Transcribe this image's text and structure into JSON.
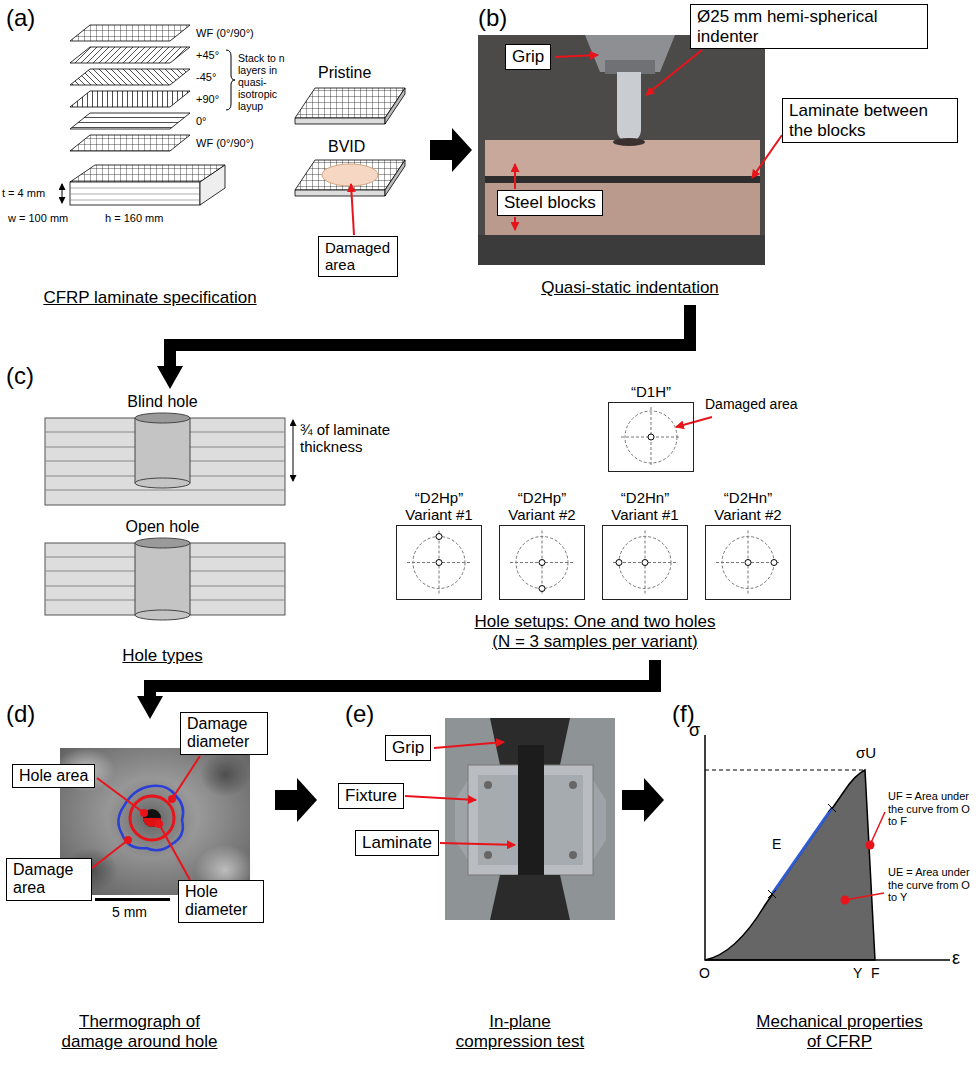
{
  "diagram": {
    "nodes": [
      {
        "text": [
          "Damaged area"
        ]
      },
      {
        "text": [
          "Grip"
        ]
      },
      {
        "text": [
          "Ø25 mm hemi-spherical indenter"
        ]
      },
      {
        "text": [
          "Laminate between the blocks"
        ]
      },
      {
        "text": [
          "Steel blocks"
        ]
      },
      {
        "text": [
          "“D1H”"
        ]
      },
      {
        "text": [
          "“D2Hp” Variant #1"
        ]
      },
      {
        "text": [
          "“D2Hp” Variant #2"
        ]
      },
      {
        "text": [
          "“D2Hn” Variant #1"
        ]
      },
      {
        "text": [
          "“D2Hn” Variant #2"
        ]
      },
      {
        "text": [
          "Hole area"
        ]
      },
      {
        "text": [
          "Damage diameter"
        ]
      },
      {
        "text": [
          "Damage area"
        ]
      },
      {
        "text": [
          "Hole diameter"
        ]
      },
      {
        "text": [
          "Grip"
        ]
      },
      {
        "text": [
          "Fixture"
        ]
      },
      {
        "text": [
          "Laminate"
        ]
      }
    ],
    "labels": [
      "(a)",
      "WF (0°/90°)",
      "+45°",
      "-45°",
      "+90°",
      "0°",
      "WF (0°/90°)",
      "Stack to n layers in quasi-isotropic layup",
      "t = 4 mm",
      "w = 100 mm",
      "h = 160 mm",
      "Pristine",
      "BVID",
      "CFRP laminate specification",
      "(b)",
      "Quasi-static indentation",
      "(c)",
      "Blind hole",
      "¾ of laminate thickness",
      "Open hole",
      "Hole types",
      "Damaged area",
      "Hole setups: One and two holes (N = 3 samples per variant)",
      "(d)",
      "5 mm",
      "Thermograph of damage around hole",
      "(e)",
      "In-plane compression test",
      "(f)",
      "σ",
      "σU",
      "E",
      "O",
      "Y",
      "F",
      "ε",
      "UF = Area under the curve from O to F",
      "UE = Area under the curve from O to Y",
      "Mechanical properties of CFRP"
    ]
  }
}
